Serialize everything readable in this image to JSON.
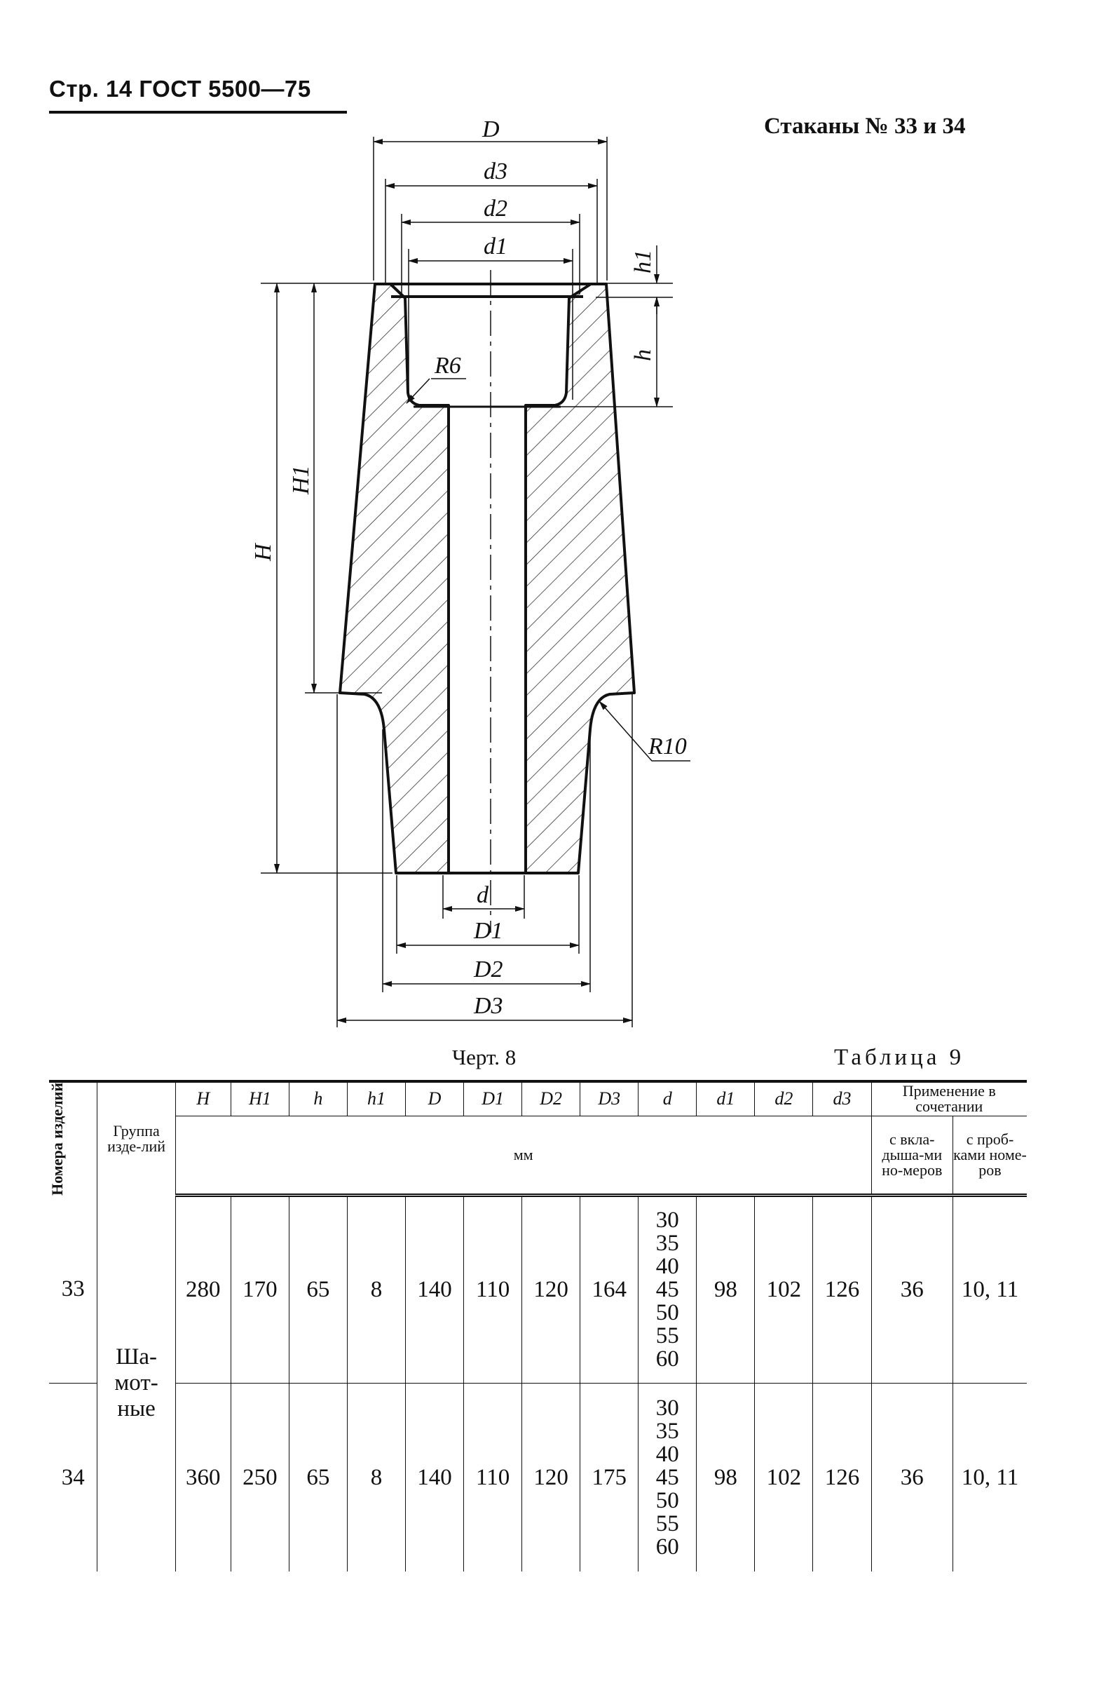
{
  "header": {
    "page_title": "Стр. 14 ГОСТ 5500—75",
    "section_title": "Стаканы № 33 и 34"
  },
  "drawing": {
    "labels": {
      "D": "D",
      "d3": "d3",
      "d2": "d2",
      "d1": "d1",
      "h1": "h1",
      "h": "h",
      "H": "H",
      "H1": "H1",
      "R6": "R6",
      "R10": "R10",
      "d": "d",
      "D1": "D1",
      "D2": "D2",
      "D3": "D3"
    },
    "caption": "Черт. 8"
  },
  "table": {
    "caption": "Таблица 9",
    "headers": {
      "numbers": "Номера изделий",
      "group": "Группа изде-лий",
      "unit": "мм",
      "application": "Применение в сочетании",
      "with_inserts": "с вкла-дыша-ми но-меров",
      "with_stoppers": "с проб-ками номе-ров",
      "H": "H",
      "H1": "H1",
      "h": "h",
      "h1": "h1",
      "D": "D",
      "D1": "D1",
      "D2": "D2",
      "D3": "D3",
      "d": "d",
      "d1": "d1",
      "d2": "d2",
      "d3": "d3"
    },
    "group_value": "Ша-мот-ные",
    "rows": [
      {
        "number": "33",
        "H": "280",
        "H1": "170",
        "h": "65",
        "h1": "8",
        "D": "140",
        "D1": "110",
        "D2": "120",
        "D3": "164",
        "d": [
          "30",
          "35",
          "40",
          "45",
          "50",
          "55",
          "60"
        ],
        "d1": "98",
        "d2": "102",
        "d3": "126",
        "inserts": "36",
        "stoppers": "10, 11"
      },
      {
        "number": "34",
        "H": "360",
        "H1": "250",
        "h": "65",
        "h1": "8",
        "D": "140",
        "D1": "110",
        "D2": "120",
        "D3": "175",
        "d": [
          "30",
          "35",
          "40",
          "45",
          "50",
          "55",
          "60"
        ],
        "d1": "98",
        "d2": "102",
        "d3": "126",
        "inserts": "36",
        "stoppers": "10, 11"
      }
    ]
  }
}
